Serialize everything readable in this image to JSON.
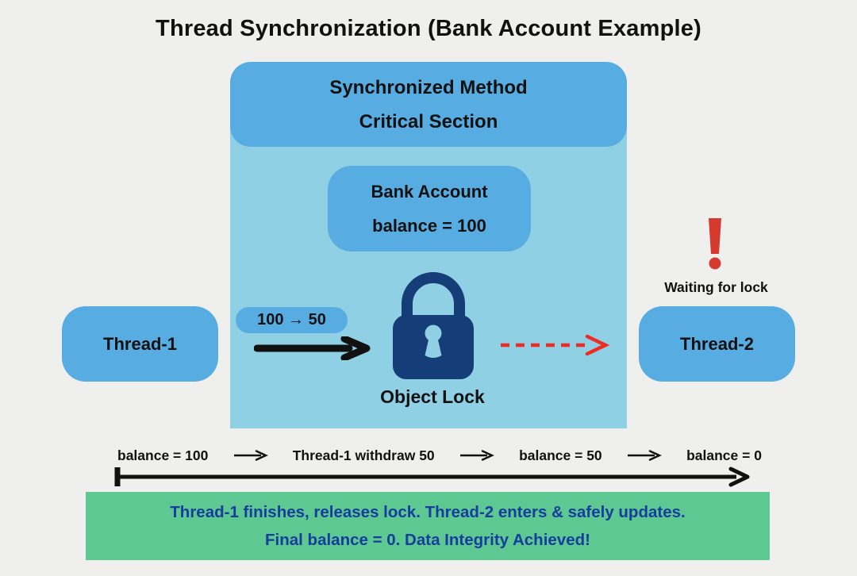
{
  "title": "Thread Synchronization (Bank Account Example)",
  "colors": {
    "page_bg": "#efefed",
    "section_bg": "#8fd0e4",
    "box_blue": "#57ade2",
    "lock_navy": "#153e78",
    "alert_red": "#d63a2f",
    "arrow_red": "#ee2c23",
    "arrow_black": "#111111",
    "summary_bg": "#5ec893",
    "summary_text": "#163d9c"
  },
  "critical_section": {
    "header": {
      "line1": "Synchronized Method",
      "line2": "Critical Section"
    },
    "bank_account": {
      "line1": "Bank Account",
      "line2": "balance = 100"
    },
    "lock_label": "Object Lock"
  },
  "thread1": {
    "label": "Thread-1",
    "withdraw_badge": "100 → 50"
  },
  "thread2": {
    "label": "Thread-2",
    "status": "Waiting for lock"
  },
  "timeline": {
    "steps": [
      "balance = 100",
      "Thread-1 withdraw 50",
      "balance = 50",
      "balance = 0"
    ]
  },
  "summary": {
    "line1": "Thread-1 finishes, releases lock. Thread-2 enters & safely updates.",
    "line2": "Final balance = 0. Data Integrity Achieved!"
  }
}
